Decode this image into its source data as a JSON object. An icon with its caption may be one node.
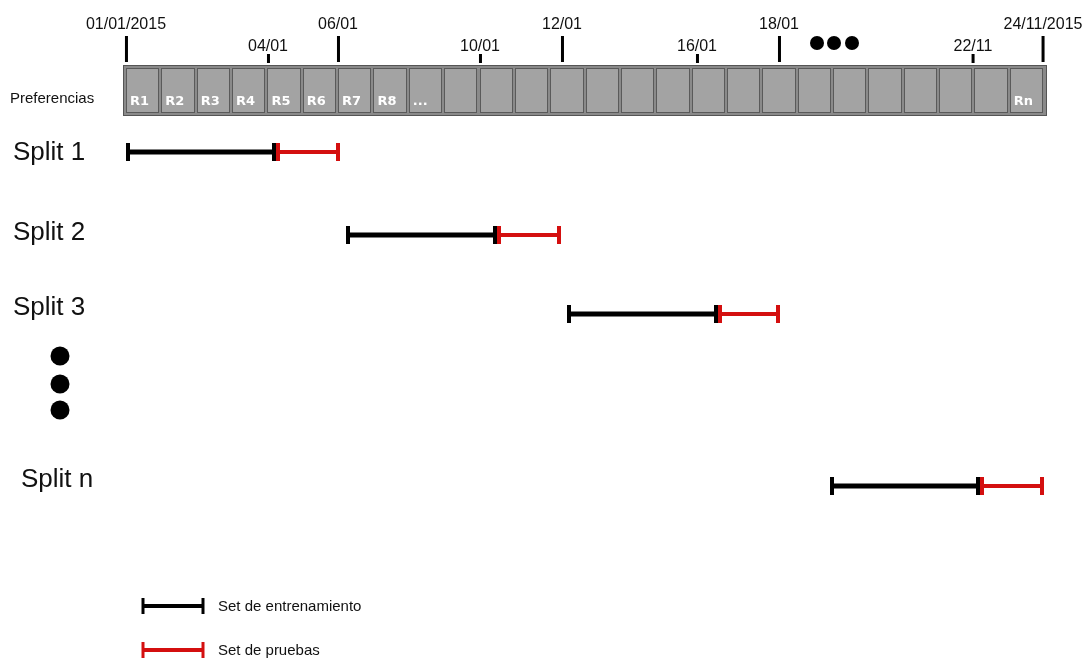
{
  "diagram": {
    "nodes": [
      {
        "text": [
          "R1"
        ]
      },
      {
        "text": [
          "R2"
        ]
      },
      {
        "text": [
          "R3"
        ]
      },
      {
        "text": [
          "R4"
        ]
      },
      {
        "text": [
          "R5"
        ]
      },
      {
        "text": [
          "R6"
        ]
      },
      {
        "text": [
          "R7"
        ]
      },
      {
        "text": [
          "R8"
        ]
      },
      {
        "text": [
          "..."
        ]
      },
      {
        "text": [],
        "shape": "box"
      },
      {
        "text": [],
        "shape": "box"
      },
      {
        "text": [],
        "shape": "box"
      },
      {
        "text": [],
        "shape": "box"
      },
      {
        "text": [],
        "shape": "box"
      },
      {
        "text": [],
        "shape": "box"
      },
      {
        "text": [],
        "shape": "box"
      },
      {
        "text": [],
        "shape": "box"
      },
      {
        "text": [],
        "shape": "box"
      },
      {
        "text": [],
        "shape": "box"
      },
      {
        "text": [],
        "shape": "box"
      },
      {
        "text": [],
        "shape": "box"
      },
      {
        "text": [],
        "shape": "box"
      },
      {
        "text": [],
        "shape": "box"
      },
      {
        "text": [],
        "shape": "box"
      },
      {
        "text": [],
        "shape": "box"
      },
      {
        "text": [
          "Rn"
        ]
      }
    ],
    "edges": [],
    "labels": [
      "01/01/2015",
      "06/01",
      "12/01",
      "18/01",
      "24/11/2015",
      "04/01",
      "10/01",
      "16/01",
      "22/11",
      "Preferencias",
      "Split 1",
      "Split 2",
      "Split 3",
      "Split n"
    ],
    "legend": [
      {
        "text": "Set de entrenamiento"
      },
      {
        "text": "Set de pruebas"
      }
    ]
  }
}
